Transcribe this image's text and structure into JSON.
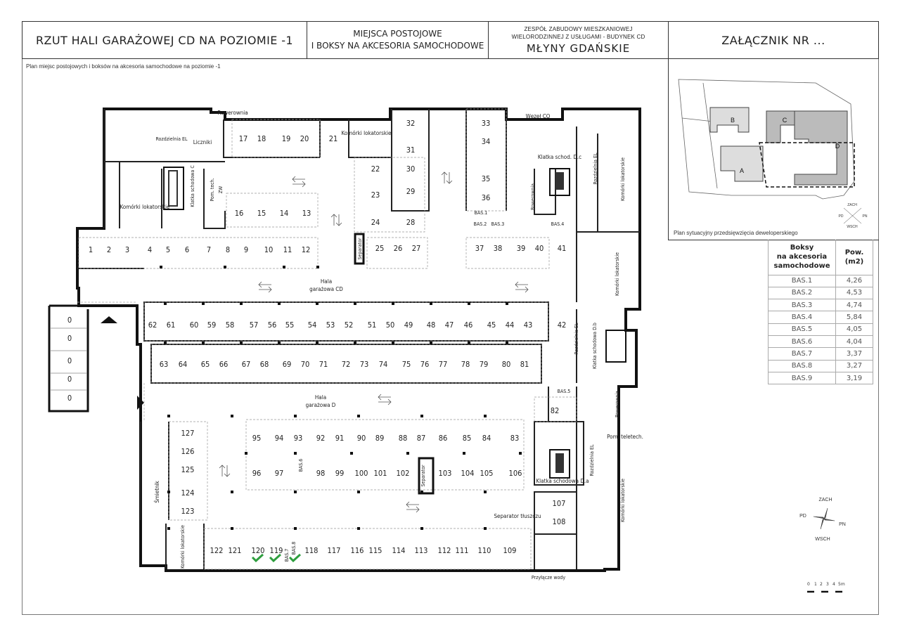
{
  "header": {
    "title": "RZUT HALI GARAŻOWEJ CD NA POZIOMIE -1",
    "purpose_line1": "MIEJSCA POSTOJOWE",
    "purpose_line2": "I BOKSY NA AKCESORIA SAMOCHODOWE",
    "project_line1": "ZESPÓŁ ZABUDOWY MIESZKANIOWEJ",
    "project_line2": "WIELORODZINNEJ Z USŁUGAMI  - BUDYNEK CD",
    "project_name": "MŁYNY GDAŃSKIE",
    "annex": "ZAŁĄCZNIK NR ..."
  },
  "plan": {
    "subtitle": "Plan miejsc postojowych i boksów na akcesoria samochodowe na poziomie -1",
    "hall_cd": [
      "Hala",
      "garażowa CD"
    ],
    "hall_d": [
      "Hala",
      "garażowa D"
    ],
    "labels": {
      "rowerownia": "Rowerownia",
      "komorki": "Komórki lokatorskie",
      "rozdzielnia_el": "Rozdzielnia EL",
      "liczniki": "Liczniki",
      "klatka_c": "Klatka schodowa C",
      "pom_tech": "Pom. tech.",
      "zw": "ZW",
      "wezel": "Węzeł CO",
      "klatka_dc": "Klatka schod. D.c",
      "klatka_db": "Klatka schodowa D.b",
      "klatka_da": "Klatka schodowa D.a",
      "pom_teletech": "Pom. teletech.",
      "separator": "Separator",
      "separator_tluszczu": "Separator tłuszczu",
      "smietnik": "Śmietnik",
      "przylacze": "Przyłącze wody"
    },
    "spots_top": [
      "17",
      "18",
      "19",
      "20",
      "21",
      "33",
      "34",
      "32",
      "31",
      "22",
      "30",
      "23",
      "29",
      "35",
      "36",
      "16",
      "15",
      "14",
      "13",
      "24",
      "28"
    ],
    "row_cd_top": [
      "1",
      "2",
      "3",
      "4",
      "5",
      "6",
      "7",
      "8",
      "9",
      "10",
      "11",
      "12",
      "25",
      "26",
      "27",
      "37",
      "38",
      "39",
      "40",
      "41"
    ],
    "row_cd_bottom": [
      "62",
      "61",
      "60",
      "59",
      "58",
      "57",
      "56",
      "55",
      "54",
      "53",
      "52",
      "51",
      "50",
      "49",
      "48",
      "47",
      "46",
      "45",
      "44",
      "43",
      "42"
    ],
    "row_d_top": [
      "63",
      "64",
      "65",
      "66",
      "67",
      "68",
      "69",
      "70",
      "71",
      "72",
      "73",
      "74",
      "75",
      "76",
      "77",
      "78",
      "79",
      "80",
      "81"
    ],
    "island_top": [
      "95",
      "94",
      "93",
      "92",
      "91",
      "90",
      "89",
      "88",
      "87",
      "86",
      "85",
      "84",
      "83"
    ],
    "island_bottom": [
      "96",
      "97",
      "98",
      "99",
      "100",
      "101",
      "102",
      "103",
      "104",
      "105",
      "106"
    ],
    "left_col": [
      "127",
      "126",
      "125",
      "124",
      "123"
    ],
    "row_bottom": [
      "122",
      "121",
      "120",
      "119",
      "118",
      "117",
      "116",
      "115",
      "114",
      "113",
      "112",
      "111",
      "110",
      "109"
    ],
    "right_extra": [
      "82",
      "107",
      "108"
    ],
    "ramp": [
      "0",
      "0",
      "0",
      "0",
      "0"
    ],
    "bas_labels": [
      "BAS.1",
      "BAS.2",
      "BAS.3",
      "BAS.4",
      "BAS.5",
      "BAS.6",
      "BAS.7",
      "BAS.8"
    ]
  },
  "site_plan": {
    "caption": "Plan sytuacyjny przedsięwzięcia deweloperskiego",
    "buildings": [
      "A",
      "B",
      "C",
      "D"
    ],
    "compass": [
      "ZACH",
      "PD",
      "PN",
      "WSCH"
    ]
  },
  "bas_table": {
    "col1": "Boksy na akcesoria samochodowe",
    "col1_lines": [
      "Boksy",
      "na akcesoria",
      "samochodowe"
    ],
    "col2_lines": [
      "Pow.",
      "(m2)"
    ],
    "rows": [
      {
        "name": "BAS.1",
        "area": "4,26"
      },
      {
        "name": "BAS.2",
        "area": "4,53"
      },
      {
        "name": "BAS.3",
        "area": "4,74"
      },
      {
        "name": "BAS.4",
        "area": "5,84"
      },
      {
        "name": "BAS.5",
        "area": "4,05"
      },
      {
        "name": "BAS.6",
        "area": "4,04"
      },
      {
        "name": "BAS.7",
        "area": "3,37"
      },
      {
        "name": "BAS.8",
        "area": "3,27"
      },
      {
        "name": "BAS.9",
        "area": "3,19"
      }
    ]
  },
  "compass": [
    "ZACH",
    "PD",
    "PN",
    "WSCH"
  ],
  "scale": {
    "ticks": [
      "0",
      "1",
      "2",
      "3",
      "4",
      "5m"
    ]
  }
}
